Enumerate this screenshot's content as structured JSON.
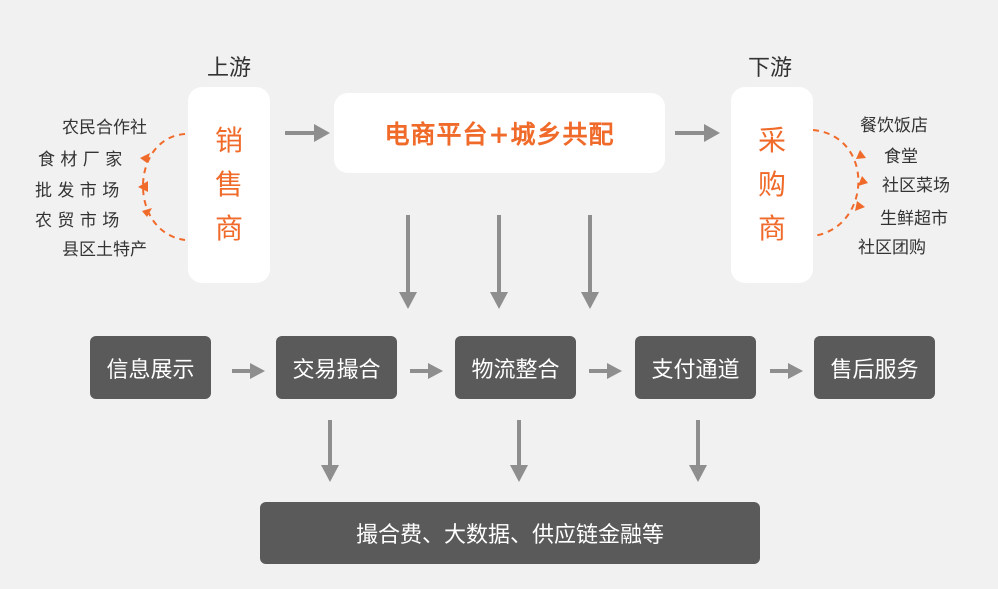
{
  "upstream": {
    "label": "上游",
    "box": [
      "销",
      "售",
      "商"
    ],
    "items": [
      "农民合作社",
      "食 材 厂 家",
      "批 发 市 场",
      "农 贸 市 场",
      "县区土特产"
    ]
  },
  "downstream": {
    "label": "下游",
    "box": [
      "采",
      "购",
      "商"
    ],
    "items": [
      "餐饮饭店",
      "食堂",
      "社区菜场",
      "生鲜超市",
      "社区团购"
    ]
  },
  "platform": {
    "title": "电商平台+城乡共配"
  },
  "process": [
    "信息展示",
    "交易撮合",
    "物流整合",
    "支付通道",
    "售后服务"
  ],
  "revenue": {
    "title": "撮合费、大数据、供应链金融等"
  },
  "colors": {
    "accent": "#f06a2a",
    "dark": "#5a5a5a",
    "arrow": "#8e8e8e",
    "background": "#f1f1f1"
  }
}
